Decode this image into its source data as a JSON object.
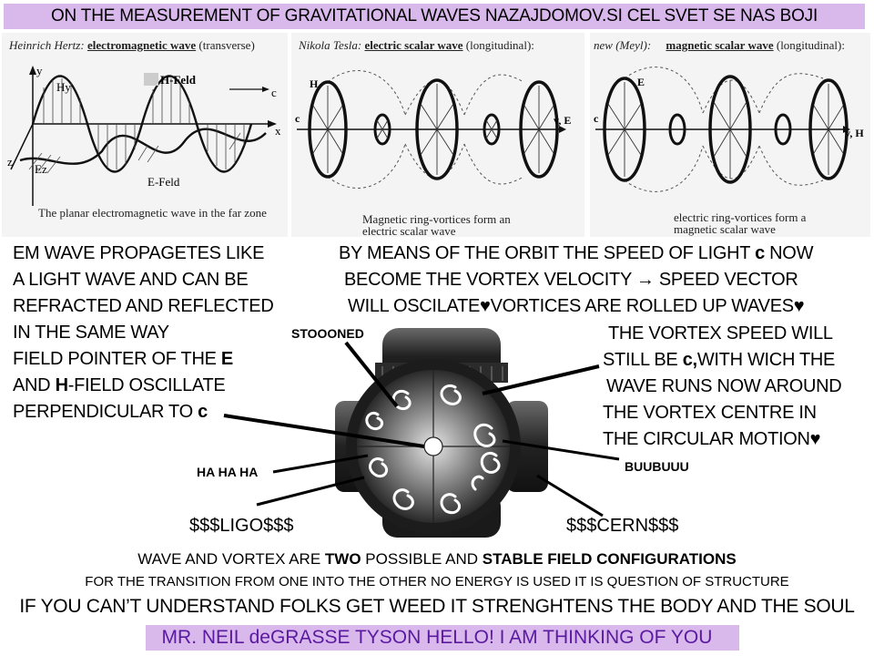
{
  "title": "ON THE MEASUREMENT OF GRAVITATIONAL WAVES NAZAJDOMOV.SI CEL SVET SE NAS BOJI",
  "panels": {
    "hertz": {
      "author": "Heinrich Hertz:",
      "wave": "electromagnetic wave",
      "kind": "(transverse)",
      "caption": "The planar electromagnetic wave in the far zone",
      "labels": {
        "y": "y",
        "hy": "Hy",
        "hfeld": "H-Feld",
        "c": "c",
        "x": "x",
        "z": "z",
        "ez": "Ez",
        "efeld": "E-Feld"
      }
    },
    "tesla": {
      "author": "Nikola Tesla:",
      "wave": "electric scalar wave",
      "kind": "(longitudinal):",
      "caption_line1": "Magnetic ring-vortices form an",
      "caption_line2": "electric scalar wave",
      "labels": {
        "h": "H",
        "c": "c",
        "ve": "v, E"
      }
    },
    "meyl": {
      "author": "new (Meyl):",
      "wave": "magnetic scalar wave",
      "kind": "(longitudinal):",
      "caption_line1": "electric ring-vortices form a",
      "caption_line2": "magnetic scalar wave",
      "labels": {
        "e": "E",
        "c": "c",
        "vh": "v, H"
      }
    }
  },
  "left_text": [
    "EM WAVE PROPAGETES LIKE",
    "A LIGHT WAVE AND CAN BE",
    "REFRACTED AND REFLECTED",
    "IN THE SAME WAY"
  ],
  "left_text2": {
    "line1_pre": "FIELD POINTER OF THE ",
    "line1_bold": "E",
    "line2_pre": "AND ",
    "line2_bold": "H",
    "line2_post": "-FIELD OSCILLATE",
    "line3_pre": "PERPENDICULAR TO ",
    "line3_bold": "c"
  },
  "right_text": {
    "line1_pre": "BY MEANS OF THE ORBIT THE SPEED OF LIGHT ",
    "line1_bold": "c",
    "line1_post": " NOW",
    "line2": "BECOME THE VORTEX VELOCITY → SPEED VECTOR",
    "line3": "WILL OSCILATE♥VORTICES ARE ROLLED UP WAVES♥"
  },
  "right_text2": {
    "line1": "THE VORTEX SPEED WILL",
    "line2_pre": "STILL BE ",
    "line2_bold": "c,",
    "line2_post": "WITH WICH THE",
    "line3": "WAVE RUNS NOW AROUND",
    "line4": "THE VORTEX CENTRE IN",
    "line5": "THE CIRCULAR MOTION♥"
  },
  "callouts": {
    "stooned": "STOOONED",
    "hahaha": "HA HA HA",
    "buubuuu": "BUUBUUU",
    "ligo": "$$$LIGO$$$",
    "cern": "$$$CERN$$$"
  },
  "bottom": {
    "line1_a": "WAVE AND VORTEX ARE ",
    "line1_b": "TWO",
    "line1_c": " POSSIBLE AND ",
    "line1_d": "STABLE FIELD CONFIGURATIONS",
    "line2": "FOR THE TRANSITION FROM ONE INTO THE OTHER NO ENERGY IS USED IT IS QUESTION OF STRUCTURE",
    "line3": "IF YOU CAN’T UNDERSTAND FOLKS GET WEED IT STRENGHTENS THE BODY AND THE SOUL",
    "line4": "MR. NEIL  deGRASSE  TYSON  HELLO! I  AM  THINKING  OF  YOU"
  },
  "colors": {
    "accent_bar": "#d9b8ec",
    "final_text": "#5a1aa0"
  }
}
